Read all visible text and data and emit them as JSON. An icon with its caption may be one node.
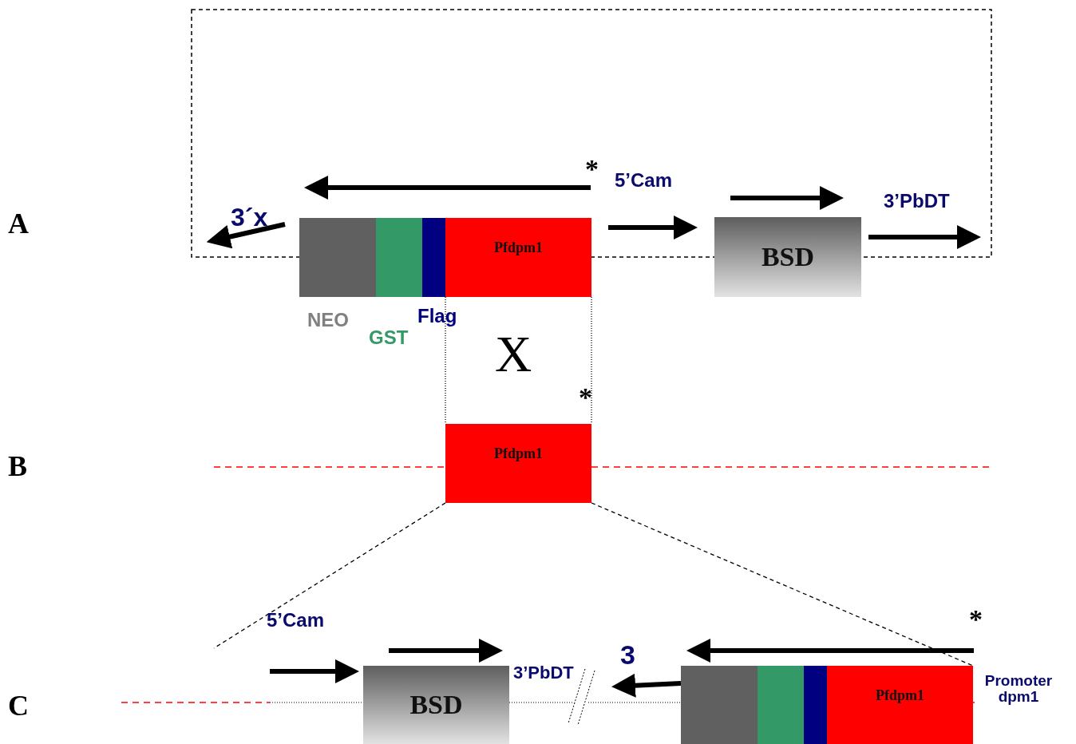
{
  "diagram": {
    "nodes": [
      {
        "text": [],
        "shape": "box",
        "beside": [
          "NEO"
        ]
      },
      {
        "text": [],
        "shape": "box",
        "beside": [
          "GST"
        ]
      },
      {
        "text": [],
        "shape": "box",
        "beside": [
          "Flag"
        ]
      },
      {
        "text": [
          "Pfdpm1"
        ]
      },
      {
        "text": [
          "BSD"
        ]
      },
      {
        "text": [
          "Pfdpm1"
        ]
      },
      {
        "text": [
          "BSD"
        ]
      },
      {
        "text": [],
        "shape": "box"
      },
      {
        "text": [],
        "shape": "box"
      },
      {
        "text": [],
        "shape": "box"
      },
      {
        "text": [
          "Pfdpm1"
        ],
        "beside": [
          "Promoter dpm1"
        ]
      }
    ],
    "edges": [
      {
        "from": 3,
        "to": 5,
        "arrow": "none",
        "style": "dashed"
      },
      {
        "from": 3,
        "to": 5,
        "arrow": "none",
        "style": "dashed"
      },
      {
        "from": 5,
        "to": null,
        "arrow": "none",
        "style": "dashed"
      },
      {
        "from": 5,
        "to": 10,
        "arrow": "none",
        "style": "dashed"
      }
    ],
    "labels": [
      "A",
      "3´x",
      "*",
      "5’Cam",
      "3’PbDT",
      "X",
      "*",
      "B",
      "5’Cam",
      "*",
      "3",
      "3’PbDT",
      "C"
    ]
  }
}
